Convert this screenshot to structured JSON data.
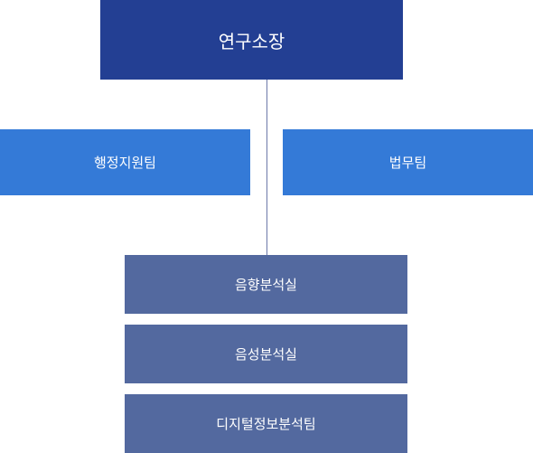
{
  "director": "연구소장",
  "support_teams": {
    "admin": "행정지원팀",
    "legal": "법무팀"
  },
  "labs": [
    "음향분석실",
    "음성분석실",
    "디지털정보분석팀"
  ],
  "colors": {
    "director": "#233f93",
    "support_team": "#347ad7",
    "lab": "#53699f",
    "connector": "#6d79a9"
  }
}
